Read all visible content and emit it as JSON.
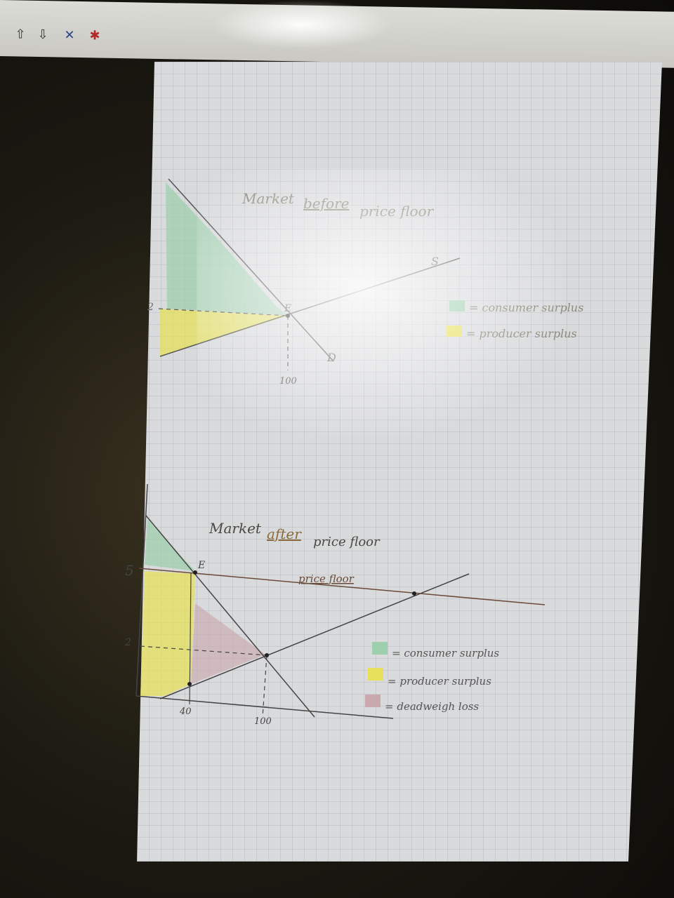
{
  "top_chart": {
    "title_word1": "Market",
    "title_word2": "before",
    "title_word3": "price floor",
    "supply_label": "S",
    "demand_label": "D",
    "equilibrium_label": "E",
    "price_tick": "2",
    "quantity_tick": "100",
    "legend": [
      {
        "label": "= consumer surplus",
        "color": "#9dcfae"
      },
      {
        "label": "= producer surplus",
        "color": "#e6e05a"
      }
    ]
  },
  "bottom_chart": {
    "title_word1": "Market",
    "title_word2": "after",
    "title_word3": "price floor",
    "price_floor_label": "price floor",
    "equilibrium_label": "E",
    "price_tick_high": "5",
    "price_tick_low": "2",
    "quantity_tick_low": "40",
    "quantity_tick_high": "100",
    "legend": [
      {
        "label": "= consumer surplus",
        "color": "#9dcfae"
      },
      {
        "label": "= producer surplus",
        "color": "#e6e05a"
      },
      {
        "label": "= deadweigh loss",
        "color": "#c9a9ae"
      }
    ]
  }
}
